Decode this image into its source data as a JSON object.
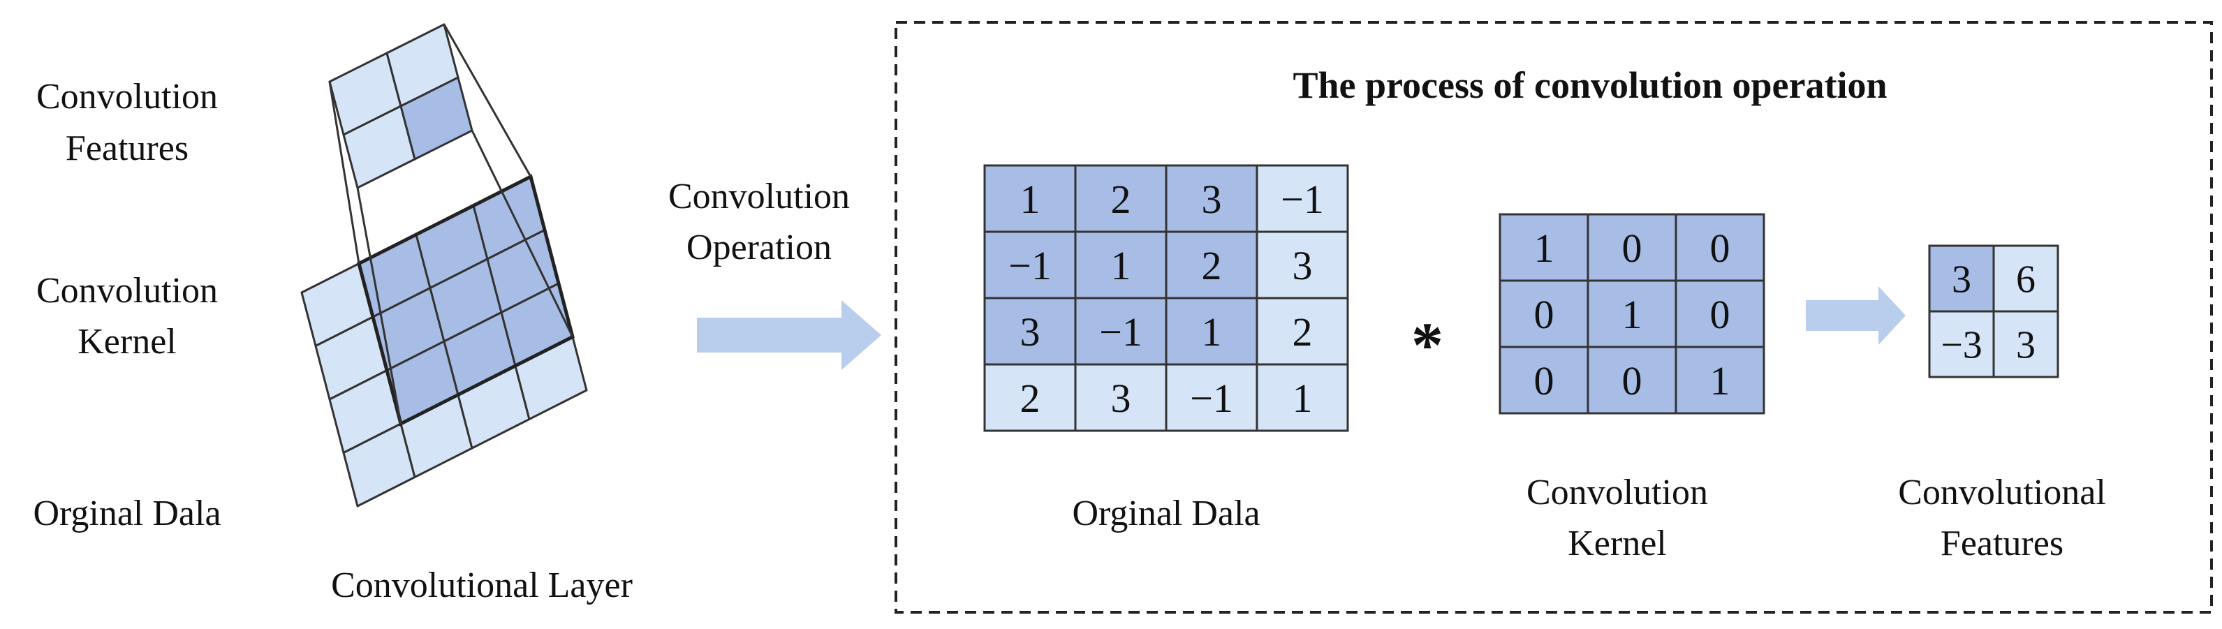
{
  "left_labels": {
    "features_line1": "Convolution",
    "features_line2": "Features",
    "kernel_line1": "Convolution",
    "kernel_line2": "Kernel",
    "data": "Orginal Dala",
    "layer": "Convolutional Layer"
  },
  "arrow_label": {
    "line1": "Convolution",
    "line2": "Operation"
  },
  "process": {
    "title": "The process of convolution operation",
    "operator": "*",
    "original_data": {
      "label": "Orginal Dala",
      "cells": [
        [
          "1",
          "2",
          "3",
          "−1"
        ],
        [
          "−1",
          "1",
          "2",
          "3"
        ],
        [
          "3",
          "−1",
          "1",
          "2"
        ],
        [
          "2",
          "3",
          "−1",
          "1"
        ]
      ]
    },
    "kernel": {
      "label_line1": "Convolution",
      "label_line2": "Kernel",
      "cells": [
        [
          "1",
          "0",
          "0"
        ],
        [
          "0",
          "1",
          "0"
        ],
        [
          "0",
          "0",
          "1"
        ]
      ]
    },
    "features": {
      "label_line1": "Convolutional",
      "label_line2": "Features",
      "cells": [
        [
          "3",
          "6"
        ],
        [
          "−3",
          "3"
        ]
      ]
    }
  },
  "colors": {
    "dark_cell": "#a8bde6",
    "light_cell": "#d5e4f6",
    "arrow": "#b9cdec",
    "grid_line": "#333333"
  }
}
